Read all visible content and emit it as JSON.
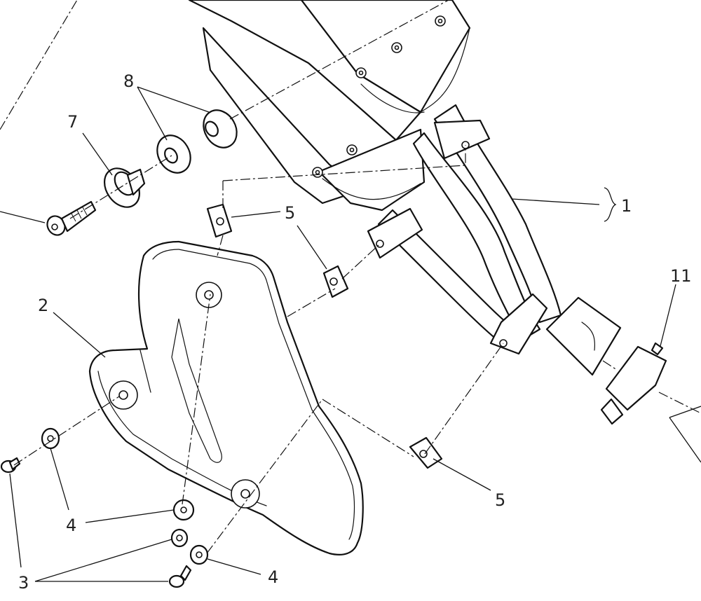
{
  "diagram": {
    "callouts": {
      "part_1": "1",
      "part_2": "2",
      "part_3": "3",
      "part_4_upper": "4",
      "part_4_lower": "4",
      "part_5_upper_left": "5",
      "part_5_upper_right": "5",
      "part_5_lower": "5",
      "part_7": "7",
      "part_8": "8",
      "part_11": "11"
    },
    "colors": {
      "line": "#111111",
      "background": "#ffffff",
      "label": "#222222"
    }
  }
}
